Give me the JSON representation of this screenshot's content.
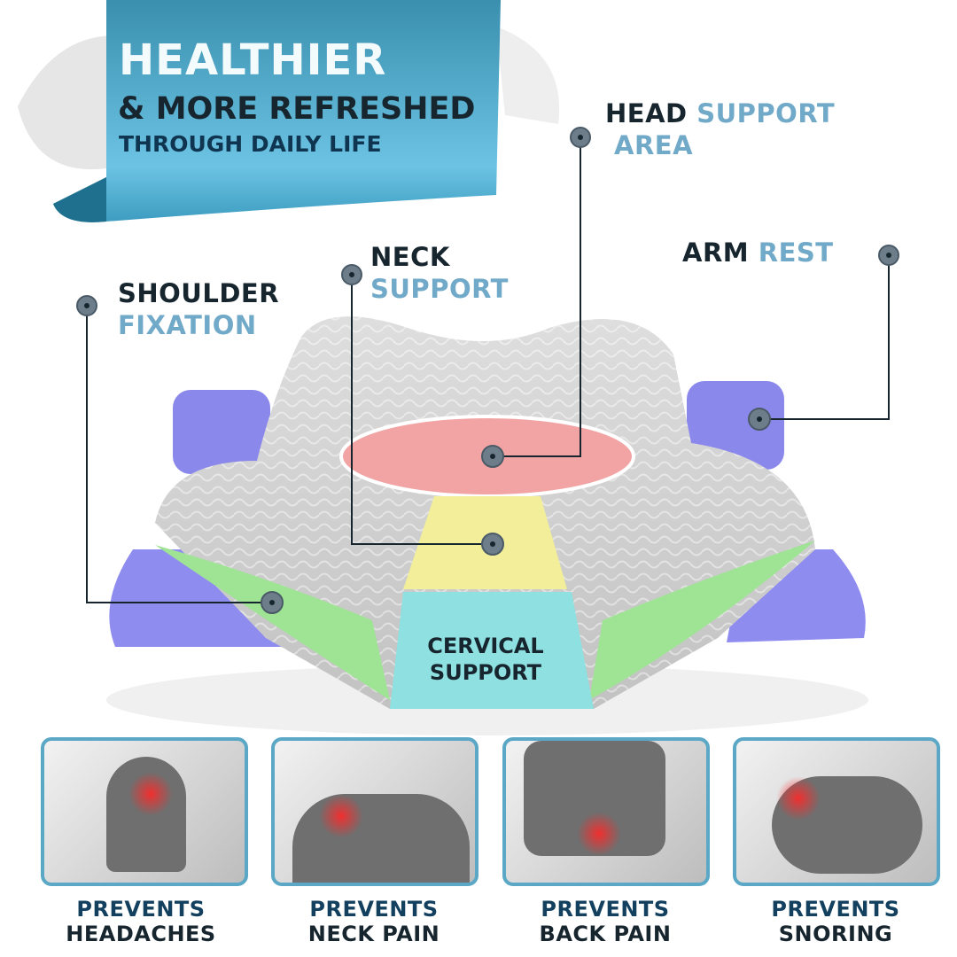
{
  "banner": {
    "line1": "HEALTHIER",
    "line2": "& MORE REFRESHED",
    "line3": "THROUGH DAILY LIFE"
  },
  "callouts": {
    "head": {
      "dark": "HEAD",
      "accent": "SUPPORT",
      "accent2": "AREA"
    },
    "arm": {
      "dark": "ARM",
      "accent": "REST"
    },
    "neck": {
      "dark": "NECK",
      "accent": "SUPPORT"
    },
    "shoulder": {
      "dark": "SHOULDER",
      "accent": "FIXATION"
    },
    "cervical": {
      "line1": "CERVICAL",
      "line2": "SUPPORT"
    }
  },
  "benefits": [
    {
      "line1": "PREVENTS",
      "line2": "HEADACHES",
      "icon": "headache-photo"
    },
    {
      "line1": "PREVENTS",
      "line2": "NECK PAIN",
      "icon": "neck-pain-photo"
    },
    {
      "line1": "PREVENTS",
      "line2": "BACK PAIN",
      "icon": "back-pain-photo"
    },
    {
      "line1": "PREVENTS",
      "line2": "SNORING",
      "icon": "snoring-photo"
    }
  ],
  "colors": {
    "accent": "#71a9c9",
    "dark": "#17252f",
    "ribbon": "#4aa3c4",
    "card_border": "#5ba8c6"
  }
}
